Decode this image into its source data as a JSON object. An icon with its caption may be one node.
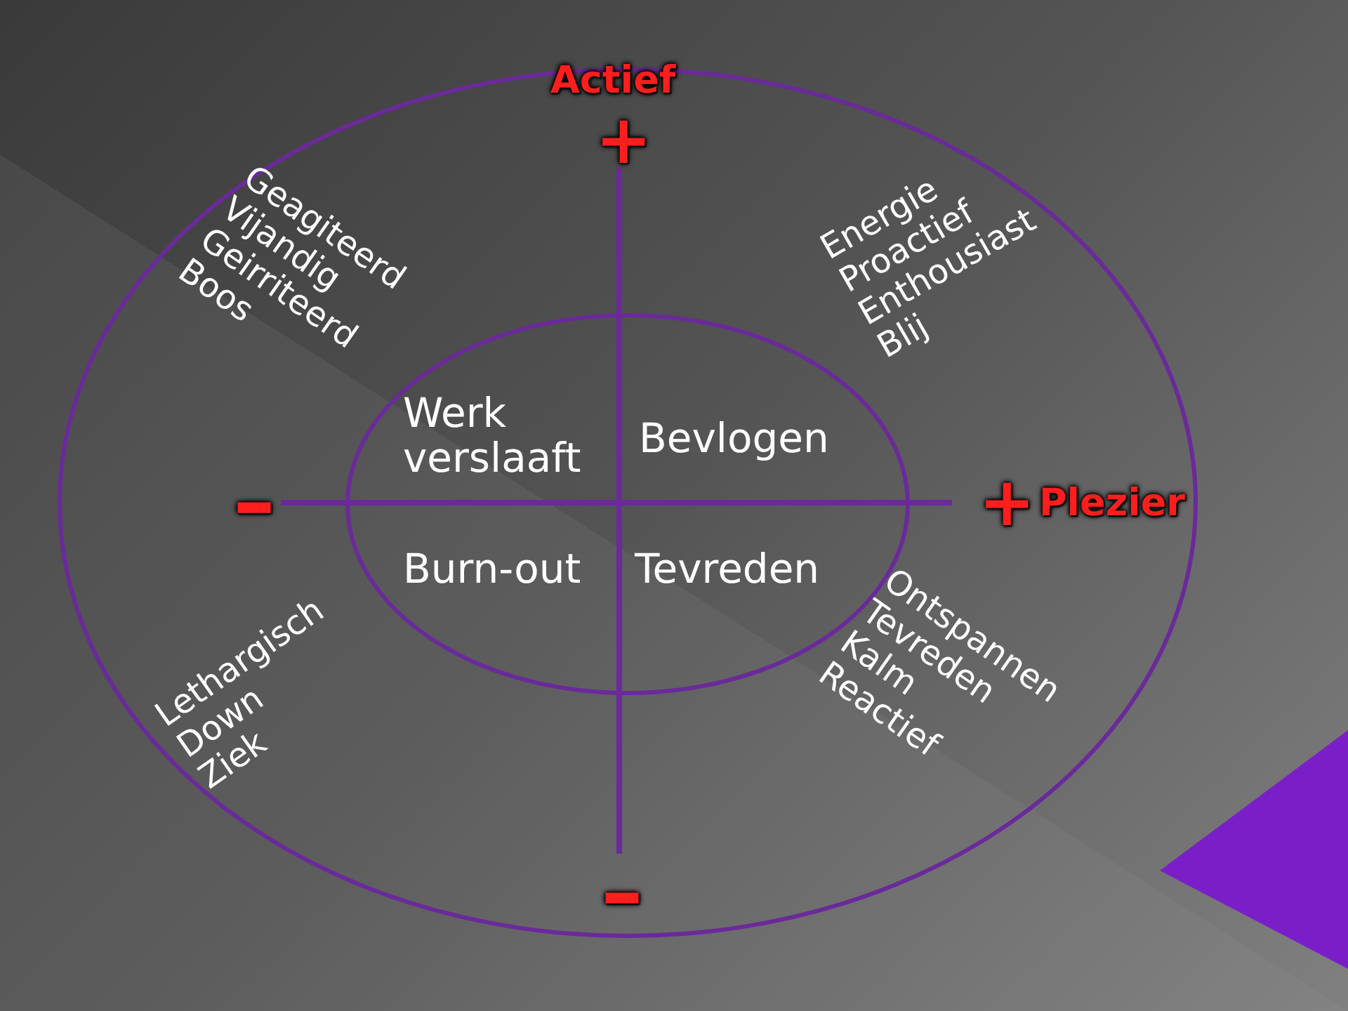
{
  "diagram": {
    "nodes": [
      {
        "text": [
          "Geagiteerd Vijandig Geirriteerd Boos",
          "Energie Proactief Enthousiast Blij",
          "Lethargisch Down Ziek",
          "Ontspannen Tevreden Kalm Reactief"
        ]
      },
      {
        "text": [
          "Werk verslaaft",
          "Bevlogen",
          "Burn-out",
          "Tevreden"
        ],
        "in": 0
      }
    ],
    "labels": [
      "Actief",
      "+",
      "+",
      "Plezier",
      "–",
      "–"
    ]
  }
}
